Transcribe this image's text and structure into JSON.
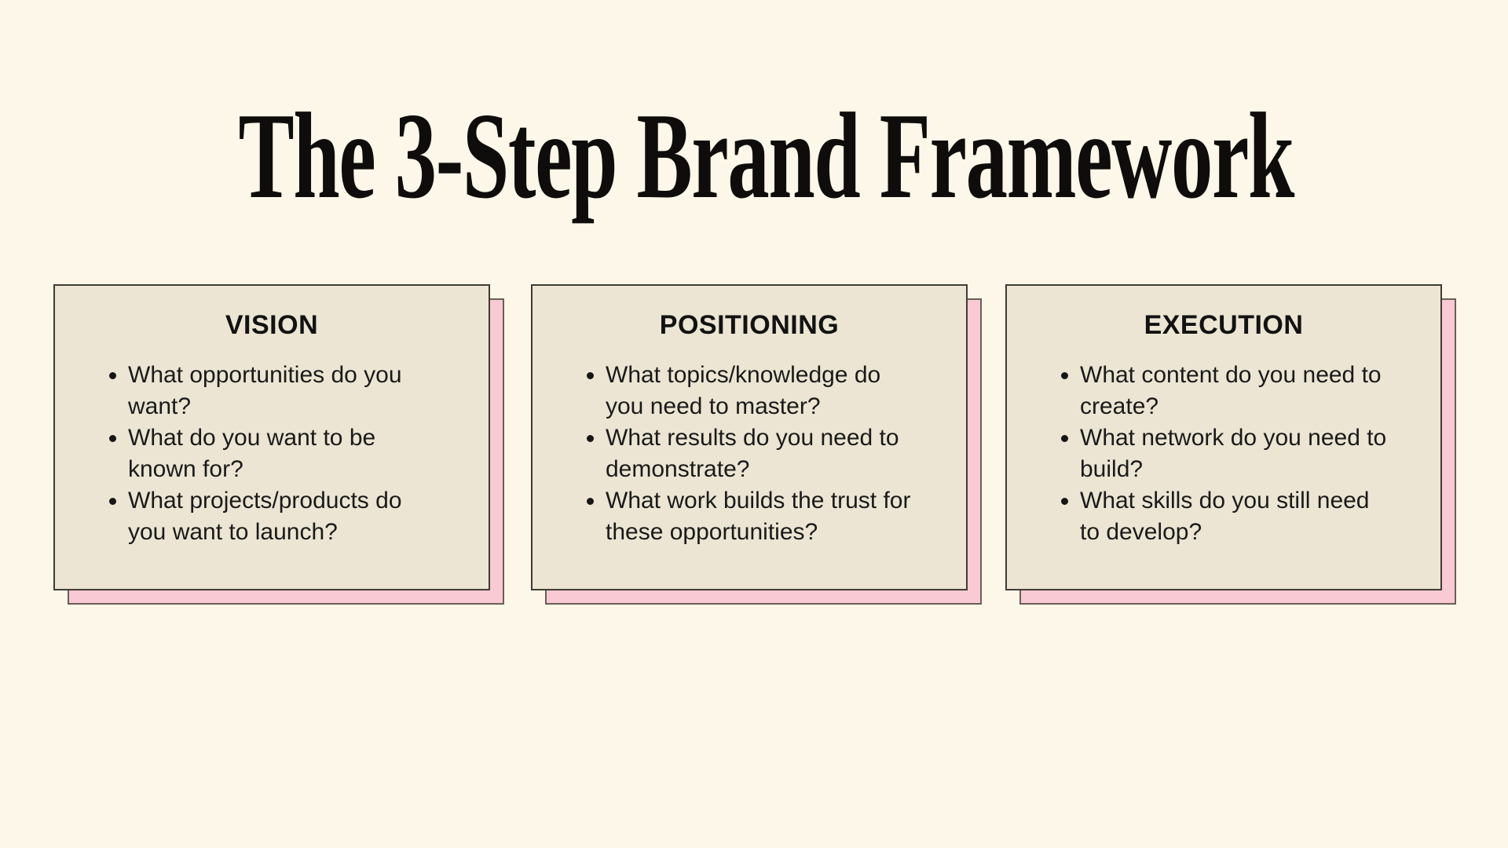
{
  "page": {
    "title": "The 3-Step Brand Framework"
  },
  "colors": {
    "bg": "#FCF7E8",
    "card_bg": "#ECE5D3",
    "card_border": "#403C34",
    "shadow_bg": "#F9C9D4",
    "shadow_border": "#6A5F57",
    "title_color": "#0F0D0B",
    "text_color": "#1A1A1A"
  },
  "cards": [
    {
      "title": "VISION",
      "bullets": [
        "What opportunities do you\nwant?",
        "What do you want to be\nknown for?",
        "What projects/products do\nyou want to launch?"
      ]
    },
    {
      "title": "POSITIONING",
      "bullets": [
        "What topics/knowledge do\nyou need to master?",
        "What results do you need to\ndemonstrate?",
        "What work builds the trust for\nthese opportunities?"
      ]
    },
    {
      "title": "EXECUTION",
      "bullets": [
        "What content do you need to\ncreate?",
        "What network do you need to\nbuild?",
        "What skills do you still need\nto develop?"
      ]
    }
  ]
}
